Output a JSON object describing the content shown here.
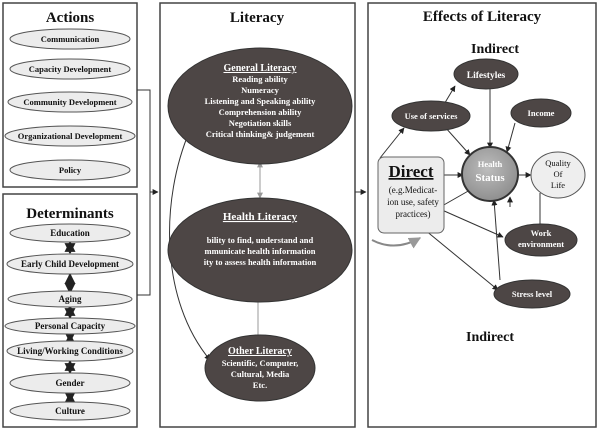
{
  "actions": {
    "title": "Actions",
    "items": [
      "Communication",
      "Capacity Development",
      "Community Development",
      "Organizational Development",
      "Policy"
    ]
  },
  "determinants": {
    "title": "Determinants",
    "items": [
      "Education",
      "Early Child Development",
      "Aging",
      "Personal Capacity",
      "Living/Working Conditions",
      "Gender",
      "Culture"
    ]
  },
  "literacy": {
    "title": "Literacy",
    "general": {
      "title": "General Literacy",
      "lines": [
        "Reading ability",
        "Numeracy",
        "Listening and Speaking ability",
        "Comprehension ability",
        "Negotiation skills",
        "Critical thinking& judgement"
      ]
    },
    "health": {
      "title": "Health Literacy",
      "lines": [
        "bility to find, understand and",
        "mmunicate health information",
        "ity to assess health information"
      ]
    },
    "other": {
      "title": "Other Literacy",
      "lines": [
        "Scientific, Computer,",
        "Cultural, Media",
        "Etc."
      ]
    }
  },
  "effects": {
    "title": "Effects of Literacy",
    "indirect_top": "Indirect",
    "indirect_bottom": "Indirect",
    "direct": {
      "title": "Direct",
      "lines": [
        "(e.g.Medicat-",
        "ion use, safety",
        "practices)"
      ]
    },
    "lifestyles": "Lifestyles",
    "use_of_services": "Use of services",
    "income": "Income",
    "health_status": {
      "line1": "Health",
      "line2": "Status"
    },
    "quality_of_life": [
      "Quality",
      "Of",
      "Life"
    ],
    "work_environment": [
      "Work",
      "environment"
    ],
    "stress_level": "Stress level"
  }
}
